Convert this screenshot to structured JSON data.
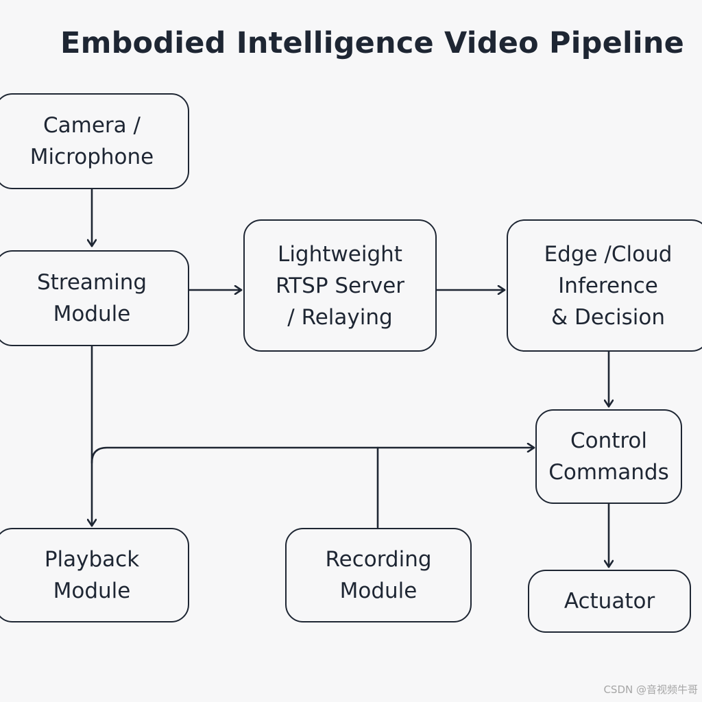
{
  "title": "Embodied Intelligence Video Pipeline",
  "colors": {
    "background": "#f7f7f8",
    "stroke": "#1e2633",
    "text": "#1e2633",
    "watermark": "#a6a6a6"
  },
  "nodes": {
    "camera": {
      "label": "Camera /\nMicrophone"
    },
    "streaming": {
      "label": "Streaming\nModule"
    },
    "rtsp": {
      "label": "Lightweight\nRTSP Server\n/ Relaying"
    },
    "inference": {
      "label": "Edge /Cloud\nInference\n& Decision"
    },
    "control": {
      "label": "Control\nCommands"
    },
    "playback": {
      "label": "Playback\nModule"
    },
    "recording": {
      "label": "Recording\nModule"
    },
    "actuator": {
      "label": "Actuator"
    }
  },
  "edges": [
    {
      "from": "camera",
      "to": "streaming"
    },
    {
      "from": "streaming",
      "to": "rtsp"
    },
    {
      "from": "rtsp",
      "to": "inference"
    },
    {
      "from": "inference",
      "to": "control"
    },
    {
      "from": "streaming",
      "to": "playback"
    },
    {
      "from": "streaming",
      "to": "control"
    },
    {
      "from": "recording",
      "to": "control"
    },
    {
      "from": "control",
      "to": "actuator"
    }
  ],
  "watermark": "CSDN @音视频牛哥"
}
